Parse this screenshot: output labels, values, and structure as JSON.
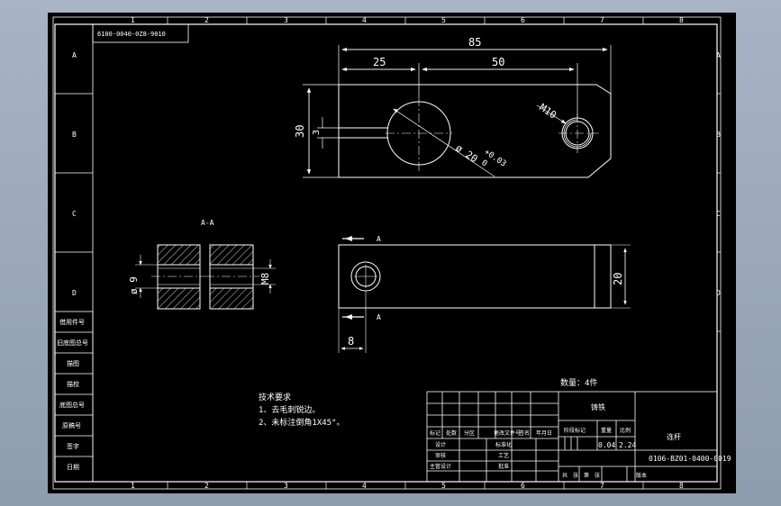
{
  "colors": {
    "background": "#000000",
    "line": "#ffffff",
    "frame_bg": "#9aa8bc",
    "center_line": "#ffffff"
  },
  "frame": {
    "zone_numbers": [
      "1",
      "2",
      "3",
      "4",
      "5",
      "6",
      "7",
      "8"
    ],
    "zone_letters": [
      "A",
      "B",
      "C",
      "D"
    ],
    "stamp_upside": "6100-0040-0Z8-9010"
  },
  "side_table": {
    "rows": [
      "借用件号",
      "旧底图总号",
      "描图",
      "描校",
      "底图总号",
      "原稿号",
      "签字",
      "日期"
    ]
  },
  "dimensions": {
    "total_length": "85",
    "left_offset": "25",
    "hole_spacing": "50",
    "height": "30",
    "slot_width": "3",
    "bore_diameter": "ø 20",
    "tolerance_upper": "+0.03",
    "tolerance_lower": "0",
    "thread_hole": "M10",
    "front_height": "20",
    "front_offset": "8",
    "section_bore": "ø 9",
    "section_thread": "M8"
  },
  "section": {
    "label": "A-A",
    "arrow_label_top": "A",
    "arrow_label_bottom": "A"
  },
  "notes": {
    "title": "技术要求",
    "line1": "1、去毛刺锐边。",
    "line2": "2、未标注倒角1X45°。"
  },
  "title_block": {
    "quantity": "数量：4件",
    "material": "铸铁",
    "part_name": "连杆",
    "drawing_number": "0106-BZ01-0400-0019",
    "scale_value": "0.04",
    "weight_value": "2.24",
    "h_mark": "标记",
    "h_count": "处数",
    "h_zone": "分区",
    "h_change": "更改文件号",
    "h_sign": "签名",
    "h_date": "年月日",
    "h_designer": "设计",
    "h_standard": "标准化",
    "h_check": "审核",
    "h_process": "工艺",
    "h_approve": "批准",
    "h_supervisor": "主管设计",
    "h_stage_mark": "阶段标记",
    "h_weight": "重量",
    "h_scale": "比例",
    "h_total": "共",
    "h_sheet": "第",
    "h_sheet_count": "张",
    "h_version": "版本"
  }
}
